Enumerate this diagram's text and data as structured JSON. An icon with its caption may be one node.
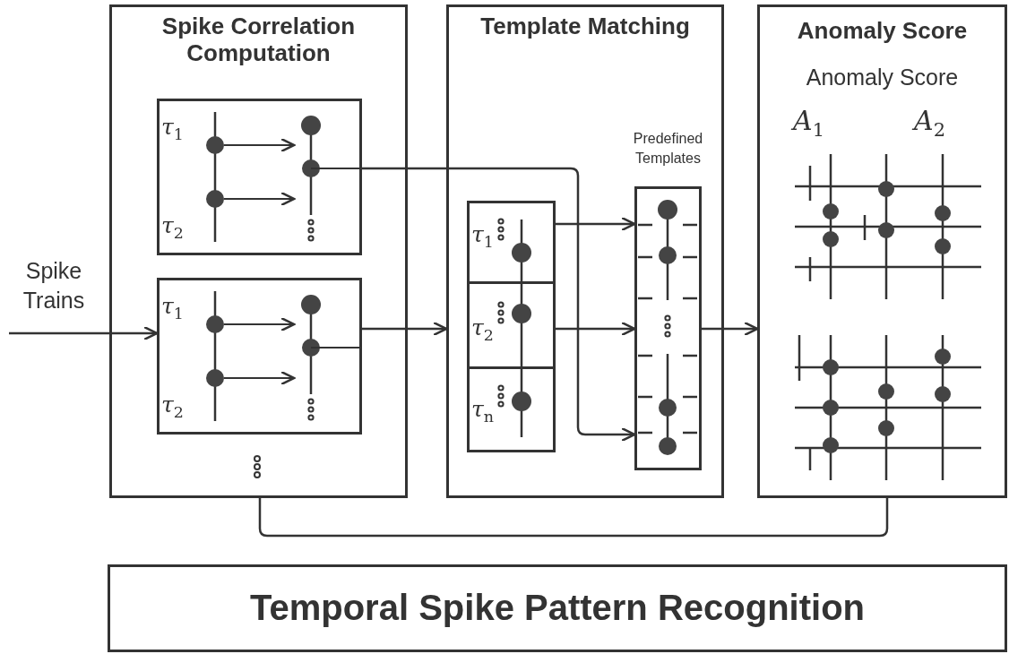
{
  "diagram": {
    "nodes": [
      {
        "text": [
          "Spike Trains"
        ]
      },
      {
        "text": [
          "Spike Correlation Computation"
        ]
      },
      {
        "text": [
          "τ$_{1}$",
          "τ$_{2}$"
        ],
        "in": 1
      },
      {
        "text": [
          "τ$_{1}$",
          "τ$_{2}$"
        ],
        "in": 1
      },
      {
        "text": [
          "Template Matching"
        ]
      },
      {
        "text": [
          "τ$_{1}$"
        ],
        "in": 4
      },
      {
        "text": [
          "τ$_{2}$"
        ],
        "in": 4
      },
      {
        "text": [
          "τ$_{n}$"
        ],
        "in": 4
      },
      {
        "text": [
          "Predefined Templates"
        ],
        "in": 4
      },
      {
        "text": [
          "Anomaly Score",
          "Anomaly Score",
          "A$_{1}$",
          "A$_{2}$"
        ]
      },
      {
        "text": [
          "Temporal Spike Pattern Recognition"
        ]
      }
    ],
    "edges": [
      {
        "from": 0,
        "to": 3,
        "arrow": "to"
      },
      {
        "from": 2,
        "to": 8,
        "arrow": "to"
      },
      {
        "from": 3,
        "to": 4,
        "arrow": "to"
      },
      {
        "from": 5,
        "to": 8,
        "arrow": "to"
      },
      {
        "from": 6,
        "to": 8,
        "arrow": "to"
      },
      {
        "from": 8,
        "to": 9,
        "arrow": "to"
      },
      {
        "from": 1,
        "to": 9,
        "arrow": "none"
      }
    ]
  }
}
